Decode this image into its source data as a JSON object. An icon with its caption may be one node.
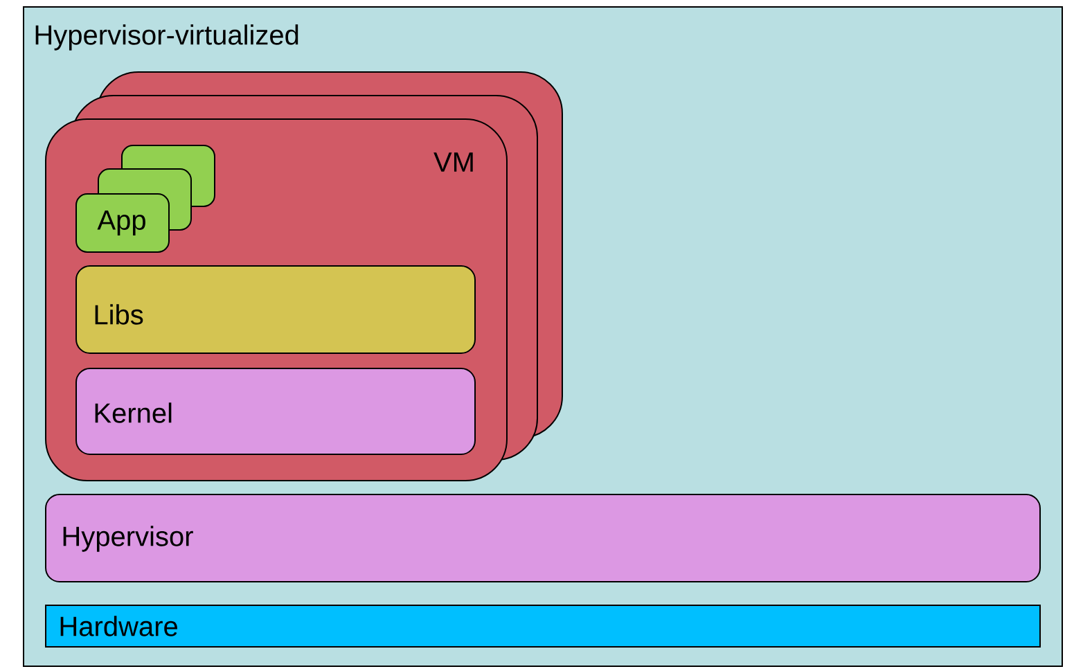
{
  "diagram": {
    "nodes": [
      {
        "text": [
          "Hypervisor-virtualized"
        ]
      },
      {
        "text": [],
        "shape": "box",
        "in": 0
      },
      {
        "text": [],
        "shape": "box",
        "in": 0
      },
      {
        "text": [
          "VM"
        ],
        "in": 0
      },
      {
        "text": [],
        "shape": "box"
      },
      {
        "text": [],
        "shape": "box"
      },
      {
        "text": [
          "App"
        ],
        "in": 3
      },
      {
        "text": [
          "Libs"
        ]
      },
      {
        "text": [
          "Kernel"
        ],
        "in": 3
      },
      {
        "text": [
          "Hypervisor"
        ],
        "in": 0
      },
      {
        "text": [
          "Hardware"
        ],
        "in": 0
      }
    ]
  }
}
